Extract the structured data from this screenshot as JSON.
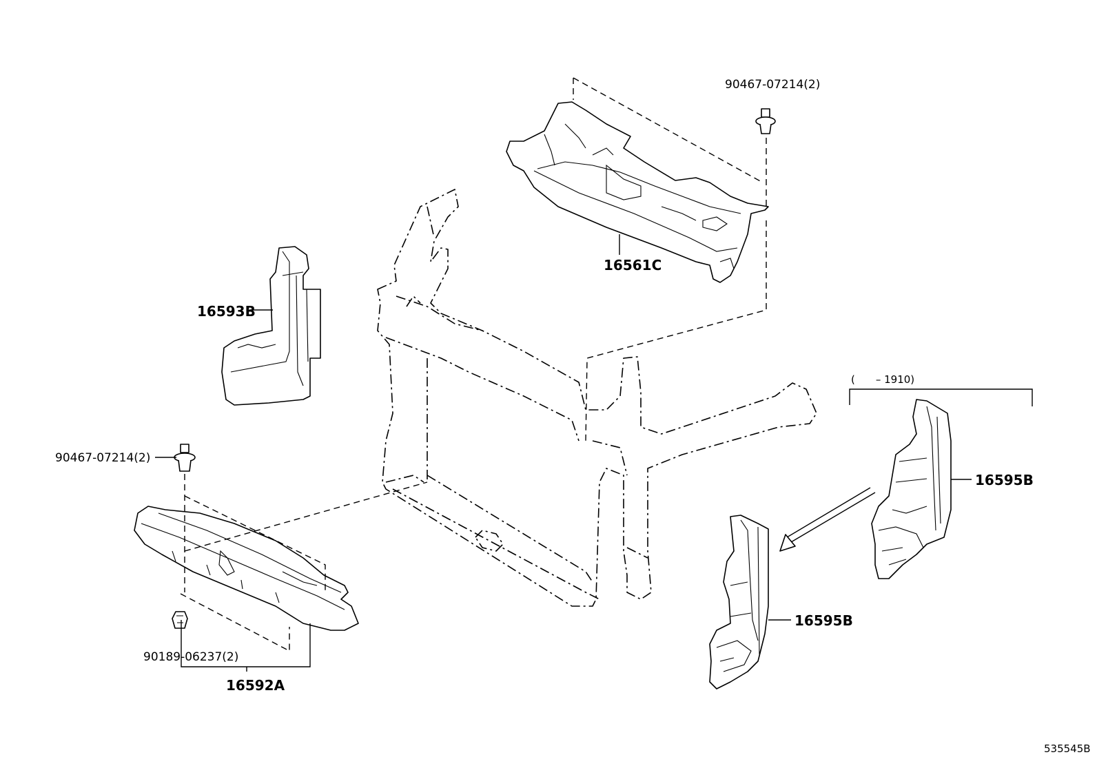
{
  "diagram": {
    "parts": [
      {
        "id": "p1",
        "label": "90467-07214(2)"
      },
      {
        "id": "p2",
        "label": "16561C"
      },
      {
        "id": "p3",
        "label": "16593B"
      },
      {
        "id": "p4",
        "label": "90467-07214(2)"
      },
      {
        "id": "p5",
        "label": "16592A"
      },
      {
        "id": "p6",
        "label": "90189-06237(2)"
      },
      {
        "id": "p7",
        "label": "16595B"
      },
      {
        "id": "p8",
        "label": "16595B"
      }
    ],
    "date_range": "(  – 1910)",
    "reference_code": "535545B"
  }
}
